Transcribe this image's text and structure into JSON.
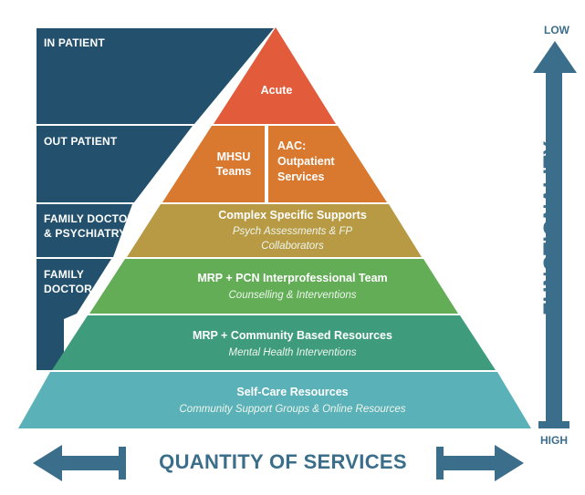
{
  "side_labels": {
    "in_patient": "IN PATIENT",
    "out_patient": "OUT PATIENT",
    "family_doctor_psychiatry_1": "FAMILY DOCTOR",
    "family_doctor_psychiatry_2": "& PSYCHIATRY",
    "family_doctor_1": "FAMILY",
    "family_doctor_2": "DOCTOR"
  },
  "tiers": {
    "acute": "Acute",
    "mhsu_1": "MHSU",
    "mhsu_2": "Teams",
    "aac_1": "AAC:",
    "aac_2": "Outpatient",
    "aac_3": "Services",
    "complex_title": "Complex Specific Supports",
    "complex_sub_1": "Psych Assessments & FP",
    "complex_sub_2": "Collaborators",
    "mrp_pcn_title": "MRP + PCN Interprofessional Team",
    "mrp_pcn_sub": "Counselling & Interventions",
    "mrp_community_title": "MRP + Community Based Resources",
    "mrp_community_sub": "Mental Health Interventions",
    "self_care_title": "Self-Care Resources",
    "self_care_sub": "Community Support Groups & Online Resources"
  },
  "functionality": {
    "label": "FUNCTIONALITY",
    "low": "LOW",
    "high": "HIGH"
  },
  "quantity": {
    "label": "QUANTITY OF SERVICES"
  },
  "colors": {
    "navy": "#23516d",
    "acute": "#e25c3b",
    "orange": "#d9782f",
    "olive": "#b79a43",
    "green": "#62ad56",
    "teal_green": "#3e9c7d",
    "teal": "#5ab1b7",
    "arrow": "#3b6e8a"
  }
}
